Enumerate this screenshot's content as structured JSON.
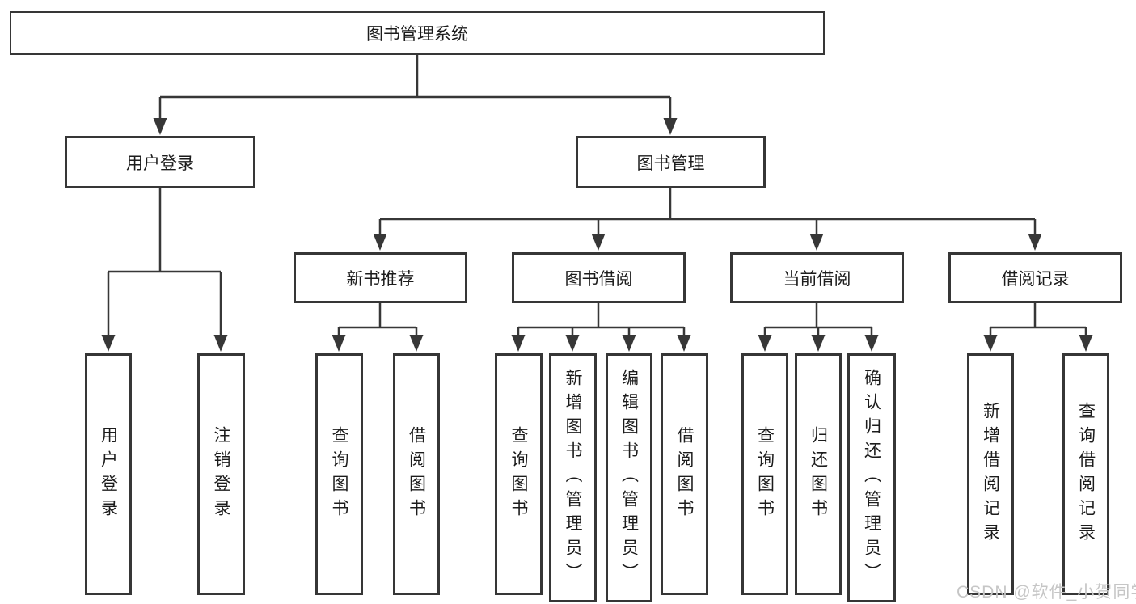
{
  "diagram": {
    "root": "图书管理系统",
    "level2": {
      "user_login": "用户登录",
      "book_management": "图书管理"
    },
    "level3": {
      "new_book": "新书推荐",
      "borrowing": "图书借阅",
      "current": "当前借阅",
      "records": "借阅记录"
    },
    "leaves": {
      "user_login": "用户登录",
      "logout": "注销登录",
      "nb_query": "查询图书",
      "nb_borrow": "借阅图书",
      "bw_query": "查询图书",
      "bw_add": "新增图书（管理员）",
      "bw_edit": "编辑图书（管理员）",
      "bw_borrow": "借阅图书",
      "cur_query": "查询图书",
      "cur_return": "归还图书",
      "cur_confirm": "确认归还（管理员）",
      "rec_add": "新增借阅记录",
      "rec_query": "查询借阅记录"
    }
  },
  "watermark": "CSDN @软件_小贺同学"
}
